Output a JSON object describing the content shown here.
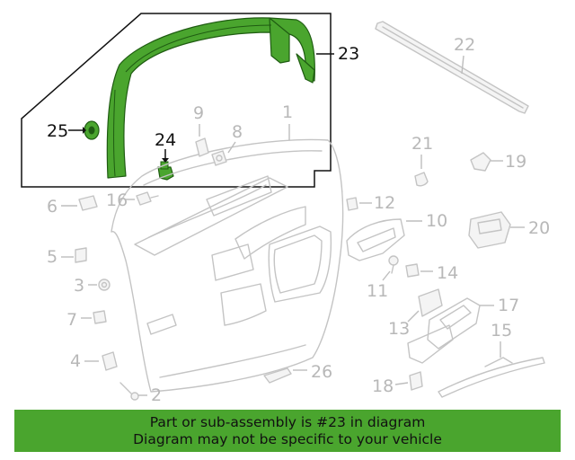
{
  "diagram": {
    "callouts": {
      "c1": "1",
      "c2": "2",
      "c3": "3",
      "c4": "4",
      "c5": "5",
      "c6": "6",
      "c7": "7",
      "c8": "8",
      "c9": "9",
      "c10": "10",
      "c11": "11",
      "c12": "12",
      "c13": "13",
      "c14": "14",
      "c15": "15",
      "c16": "16",
      "c17": "17",
      "c18": "18",
      "c19": "19",
      "c20": "20",
      "c21": "21",
      "c22": "22",
      "c23": "23",
      "c24": "24",
      "c25": "25",
      "c26": "26"
    },
    "highlight_color": "#4aa52e"
  },
  "banner": {
    "line1": "Part or sub-assembly is #23 in diagram",
    "line2": "Diagram may not be specific to your vehicle",
    "background": "#4aa52e"
  }
}
